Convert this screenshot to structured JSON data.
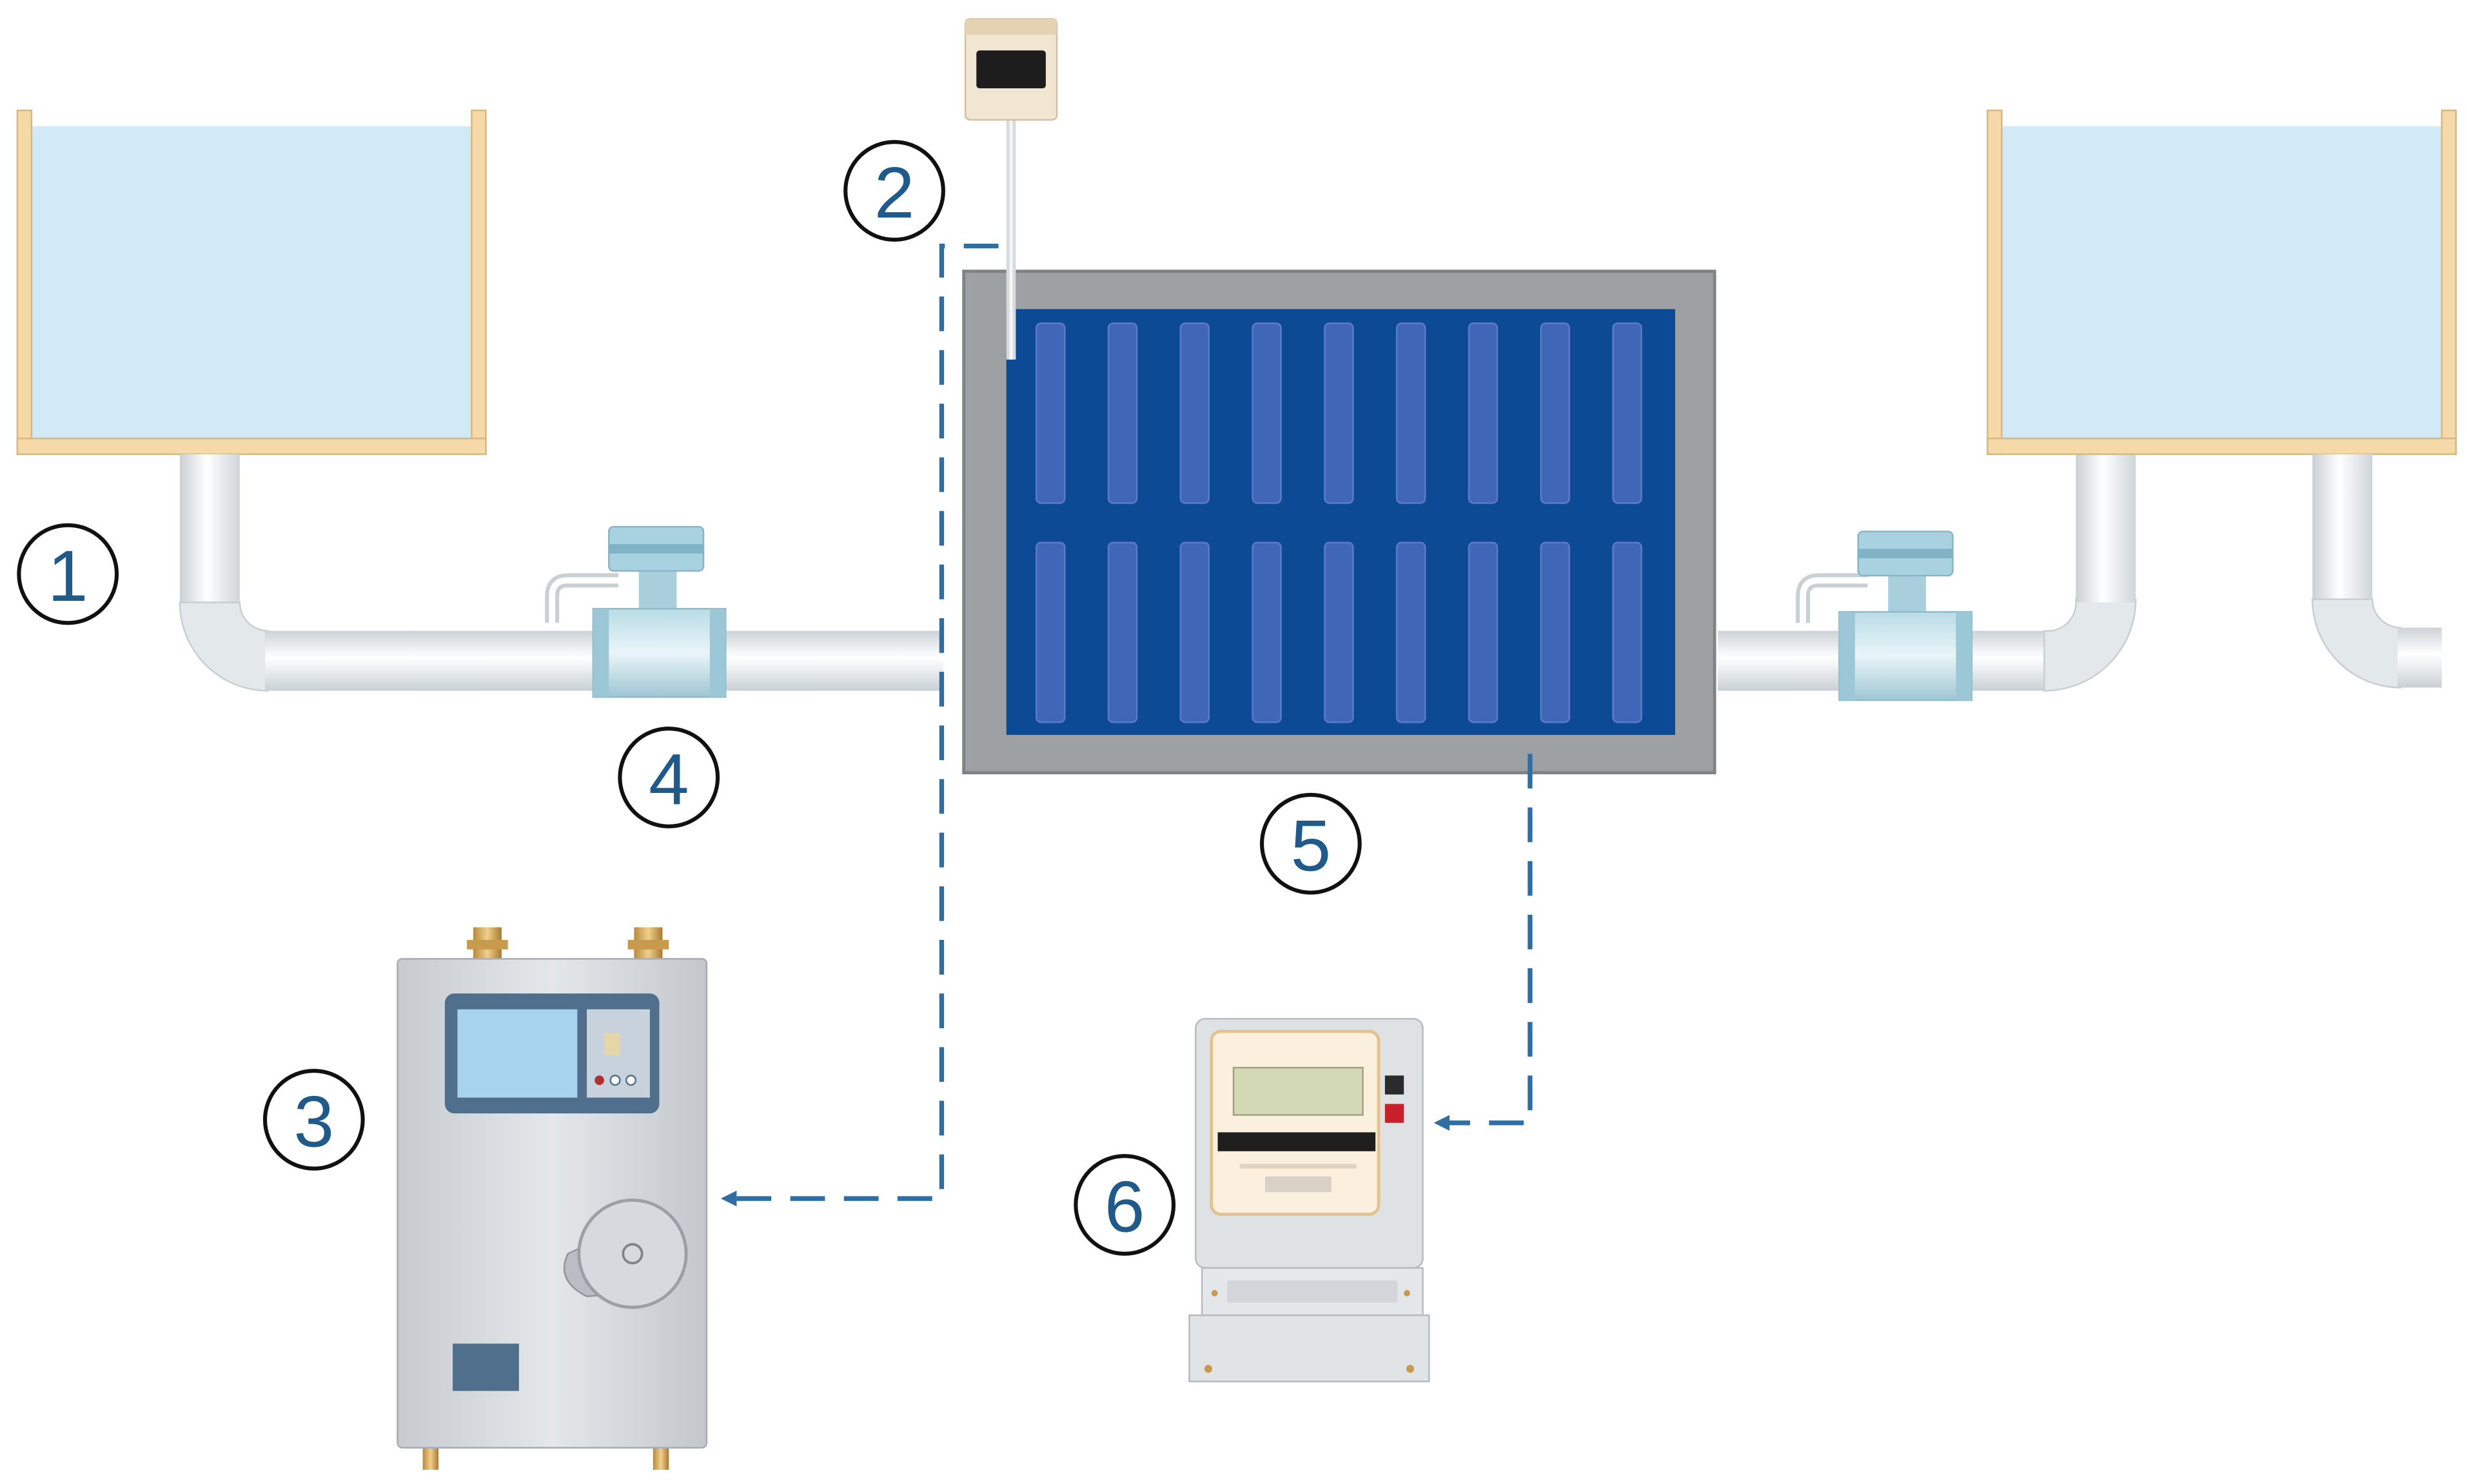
{
  "colors": {
    "tank_water": "#d2eaf5",
    "tank_frame": "#f5d9a8",
    "pipe": "#e6ebee",
    "panel_frame": "#9ea1a4",
    "panel_inner": "#0c4a96",
    "panel_cell": "#4066b8",
    "dash_line": "#2f6ea2",
    "label_ring": "#111111",
    "label_text": "#1f5a8a"
  },
  "labels": {
    "n1": "1",
    "n2": "2",
    "n3": "3",
    "n4": "4",
    "n5": "5",
    "n6": "6"
  },
  "components": [
    {
      "id": "1",
      "name": "water-tank",
      "icon": "tank-icon"
    },
    {
      "id": "2",
      "name": "temperature-sensor",
      "icon": "probe-sensor-icon"
    },
    {
      "id": "3",
      "name": "data-logger-cabinet",
      "icon": "cabinet-icon"
    },
    {
      "id": "4",
      "name": "flow-meter",
      "icon": "flowmeter-icon"
    },
    {
      "id": "5",
      "name": "heat-exchanger-panel",
      "icon": "panel-icon"
    },
    {
      "id": "6",
      "name": "electricity-meter",
      "icon": "energy-meter-icon"
    }
  ]
}
